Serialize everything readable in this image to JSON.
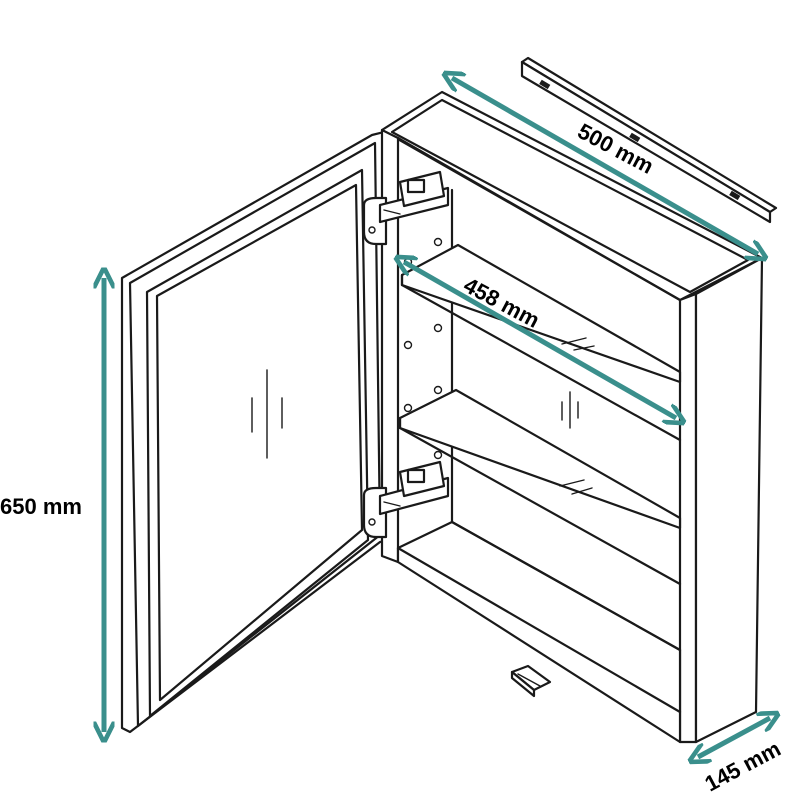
{
  "colors": {
    "arrow": "#3a8f8c",
    "outline": "#1a1a1a",
    "background": "#ffffff"
  },
  "dimensions": {
    "width": "500 mm",
    "shelf_width": "458 mm",
    "height": "650 mm",
    "depth": "145 mm"
  }
}
